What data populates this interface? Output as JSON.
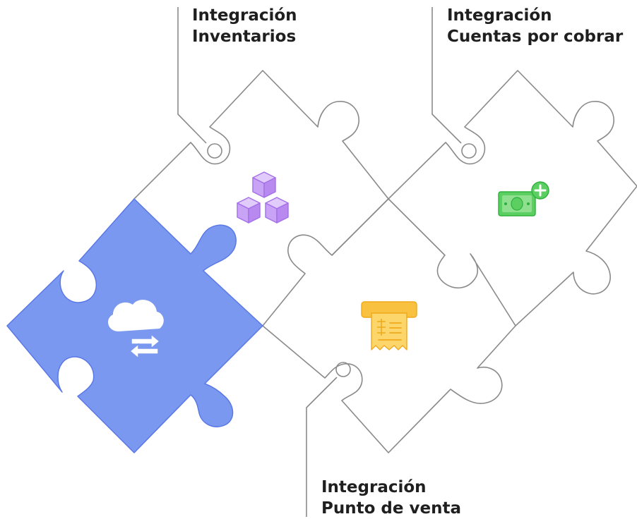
{
  "labels": {
    "inventarios": {
      "line1": "Integración",
      "line2": "Inventarios"
    },
    "cuentas": {
      "line1": "Integración",
      "line2": "Cuentas por cobrar"
    },
    "punto_venta": {
      "line1": "Integración",
      "line2": "Punto de venta"
    }
  },
  "icons": {
    "center": "cloud-sync-icon",
    "inventarios": "cubes-icon",
    "cuentas": "money-add-icon",
    "punto_venta": "receipt-icon"
  },
  "colors": {
    "center_piece": "#7b98f0",
    "center_edge": "#5a78e6",
    "outline": "#8a8a8a",
    "cubes": "#c9a3f5",
    "cubes_edge": "#a46fe8",
    "money": "#5ccf63",
    "money_edge": "#2fb03b",
    "receipt": "#fdd66b",
    "receipt_top": "#f8c13f",
    "receipt_edge": "#f0a91b"
  }
}
